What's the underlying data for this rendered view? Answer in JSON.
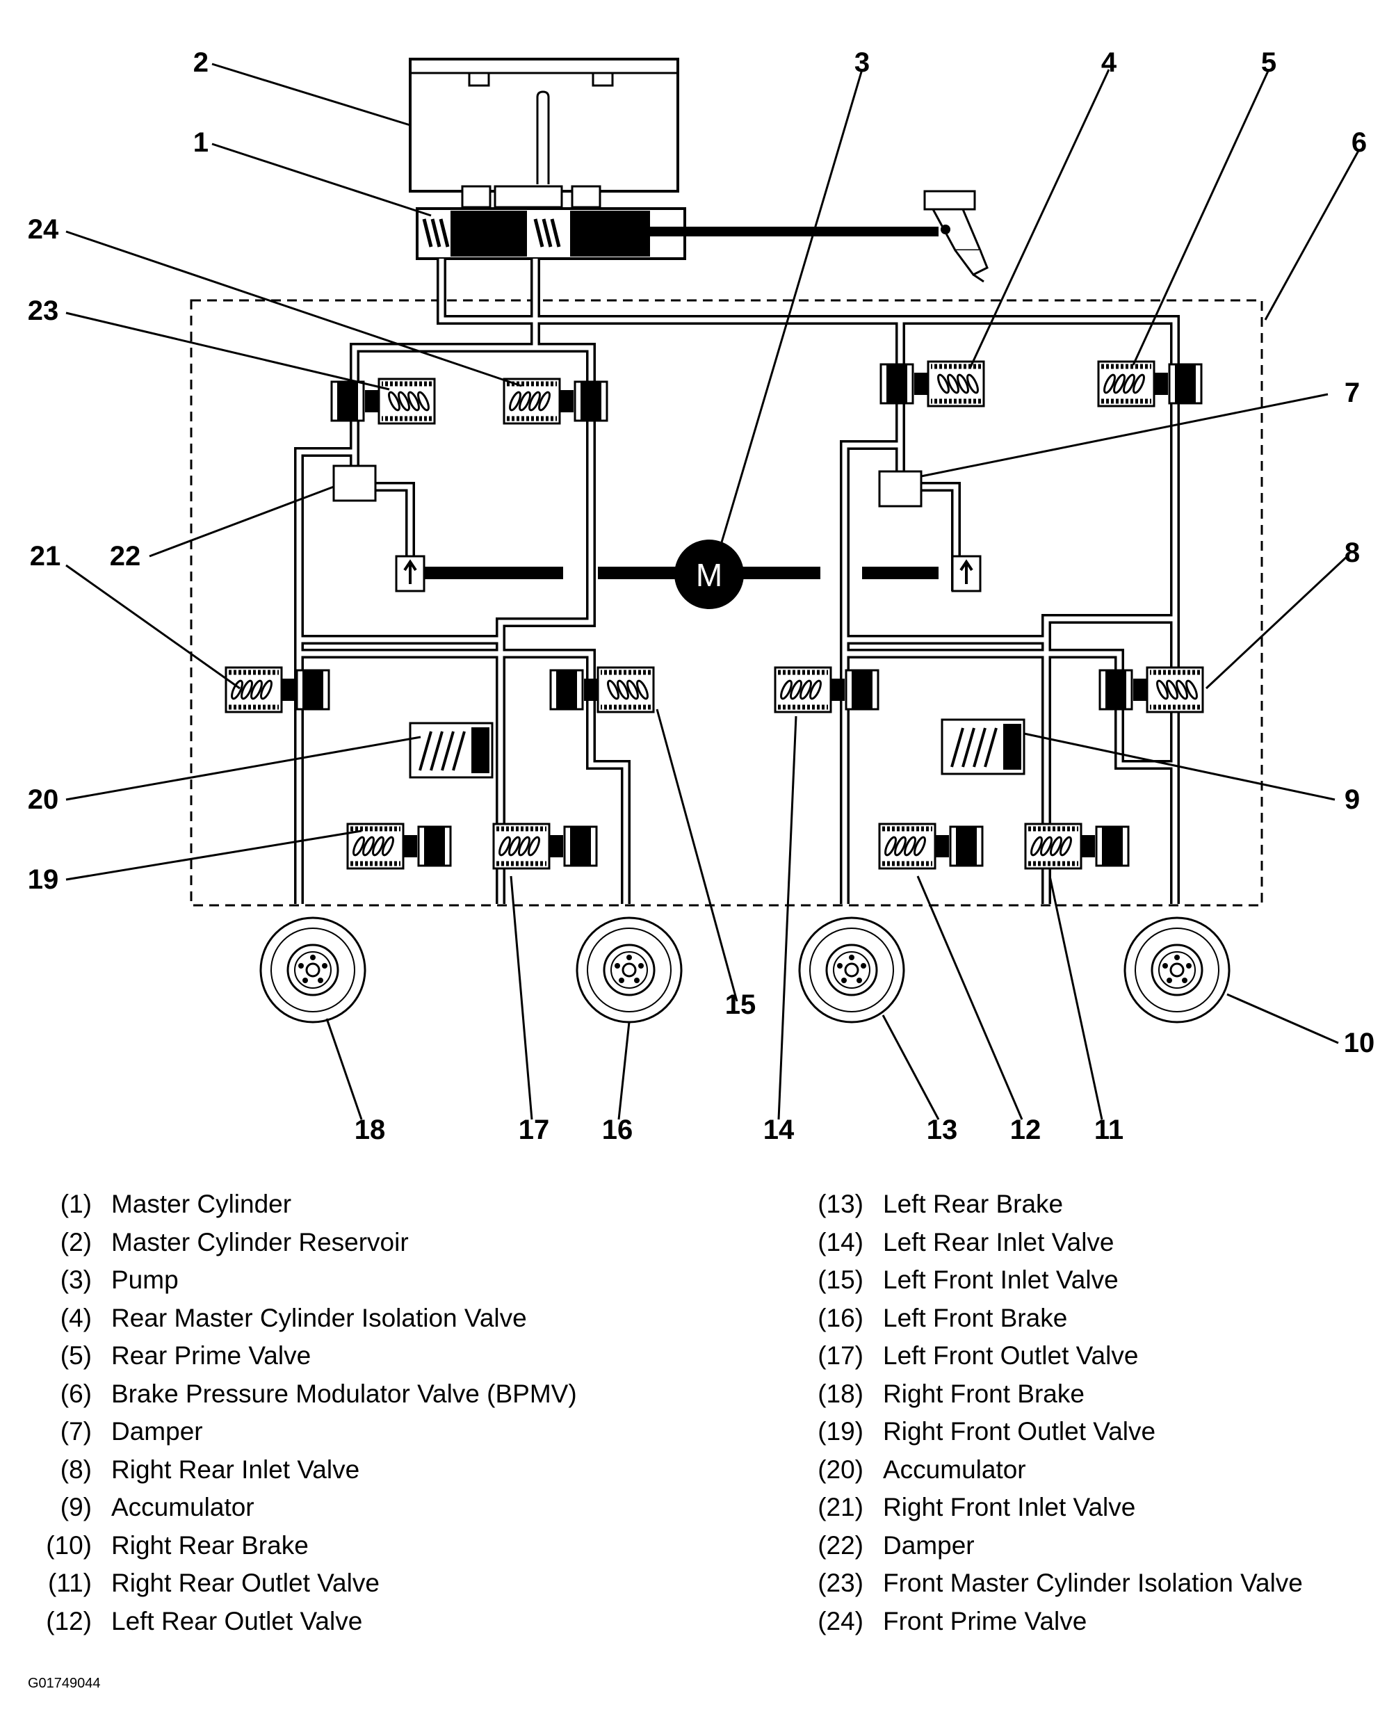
{
  "diagram": {
    "motor_label": "M",
    "callouts": [
      "1",
      "2",
      "3",
      "4",
      "5",
      "6",
      "7",
      "8",
      "9",
      "10",
      "11",
      "12",
      "13",
      "14",
      "15",
      "16",
      "17",
      "18",
      "19",
      "20",
      "21",
      "22",
      "23",
      "24"
    ]
  },
  "legend": {
    "left": [
      {
        "num": "(1)",
        "text": "Master Cylinder"
      },
      {
        "num": "(2)",
        "text": "Master Cylinder Reservoir"
      },
      {
        "num": "(3)",
        "text": "Pump"
      },
      {
        "num": "(4)",
        "text": "Rear Master Cylinder Isolation Valve"
      },
      {
        "num": "(5)",
        "text": "Rear Prime Valve"
      },
      {
        "num": "(6)",
        "text": "Brake Pressure Modulator Valve (BPMV)"
      },
      {
        "num": "(7)",
        "text": "Damper"
      },
      {
        "num": "(8)",
        "text": "Right Rear Inlet Valve"
      },
      {
        "num": "(9)",
        "text": "Accumulator"
      },
      {
        "num": "(10)",
        "text": "Right Rear Brake"
      },
      {
        "num": "(11)",
        "text": "Right Rear Outlet Valve"
      },
      {
        "num": "(12)",
        "text": "Left Rear Outlet Valve"
      }
    ],
    "right": [
      {
        "num": "(13)",
        "text": "Left Rear Brake"
      },
      {
        "num": "(14)",
        "text": "Left Rear Inlet Valve"
      },
      {
        "num": "(15)",
        "text": "Left Front Inlet Valve"
      },
      {
        "num": "(16)",
        "text": "Left Front Brake"
      },
      {
        "num": "(17)",
        "text": "Left Front Outlet Valve"
      },
      {
        "num": "(18)",
        "text": "Right Front Brake"
      },
      {
        "num": "(19)",
        "text": "Right Front Outlet Valve"
      },
      {
        "num": "(20)",
        "text": "Accumulator"
      },
      {
        "num": "(21)",
        "text": "Right Front Inlet Valve"
      },
      {
        "num": "(22)",
        "text": "Damper"
      },
      {
        "num": "(23)",
        "text": "Front Master Cylinder Isolation Valve"
      },
      {
        "num": "(24)",
        "text": "Front Prime Valve"
      }
    ]
  },
  "figure_id": "G01749044"
}
